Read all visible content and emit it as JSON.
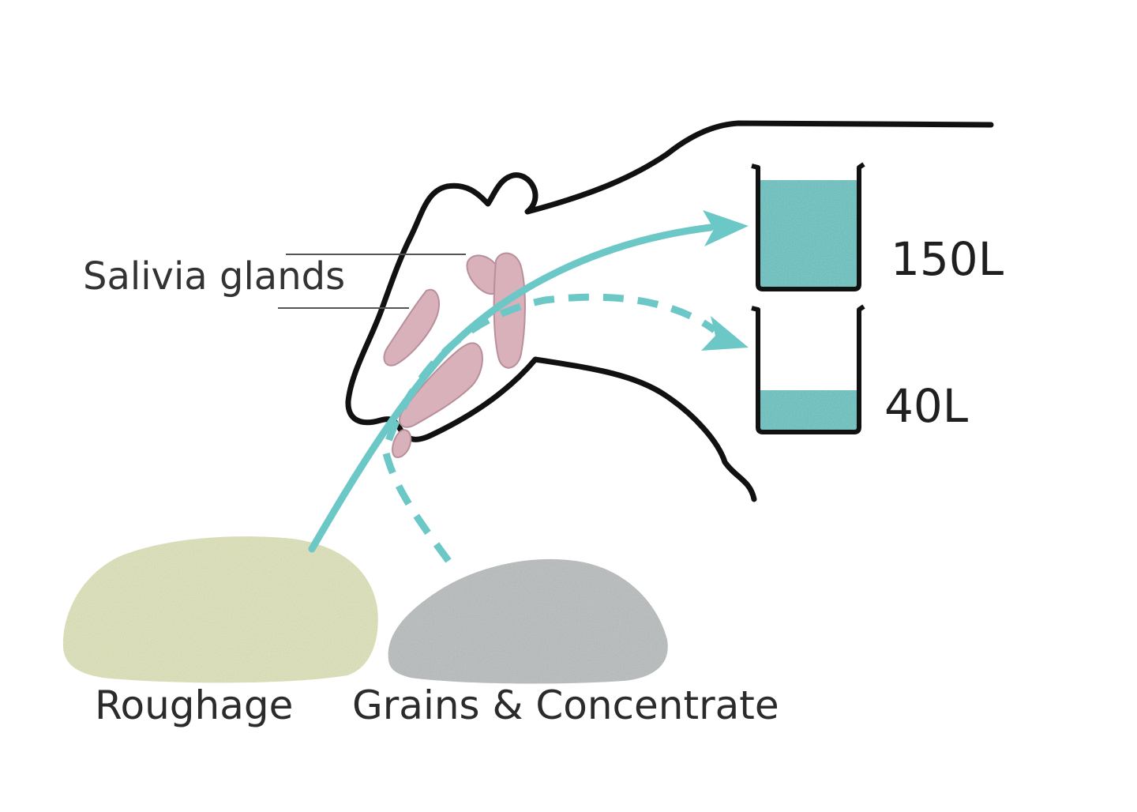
{
  "labels": {
    "saliva_glands": "Salivia glands",
    "high_volume": "150L",
    "low_volume": "40L",
    "roughage": "Roughage",
    "grains": "Grains & Concentrate"
  },
  "beakers": {
    "high_fill_fraction": 0.9,
    "low_fill_fraction": 0.33
  },
  "colors": {
    "outline": "#111111",
    "flow_arrow": "#6cc8c6",
    "liquid": "#5ec2c0",
    "gland": "#d9b1bb",
    "gland_stroke": "#b88f9b",
    "roughage": "#dfe3b8",
    "grains": "#b8bcbd",
    "leader_line": "#555555"
  }
}
